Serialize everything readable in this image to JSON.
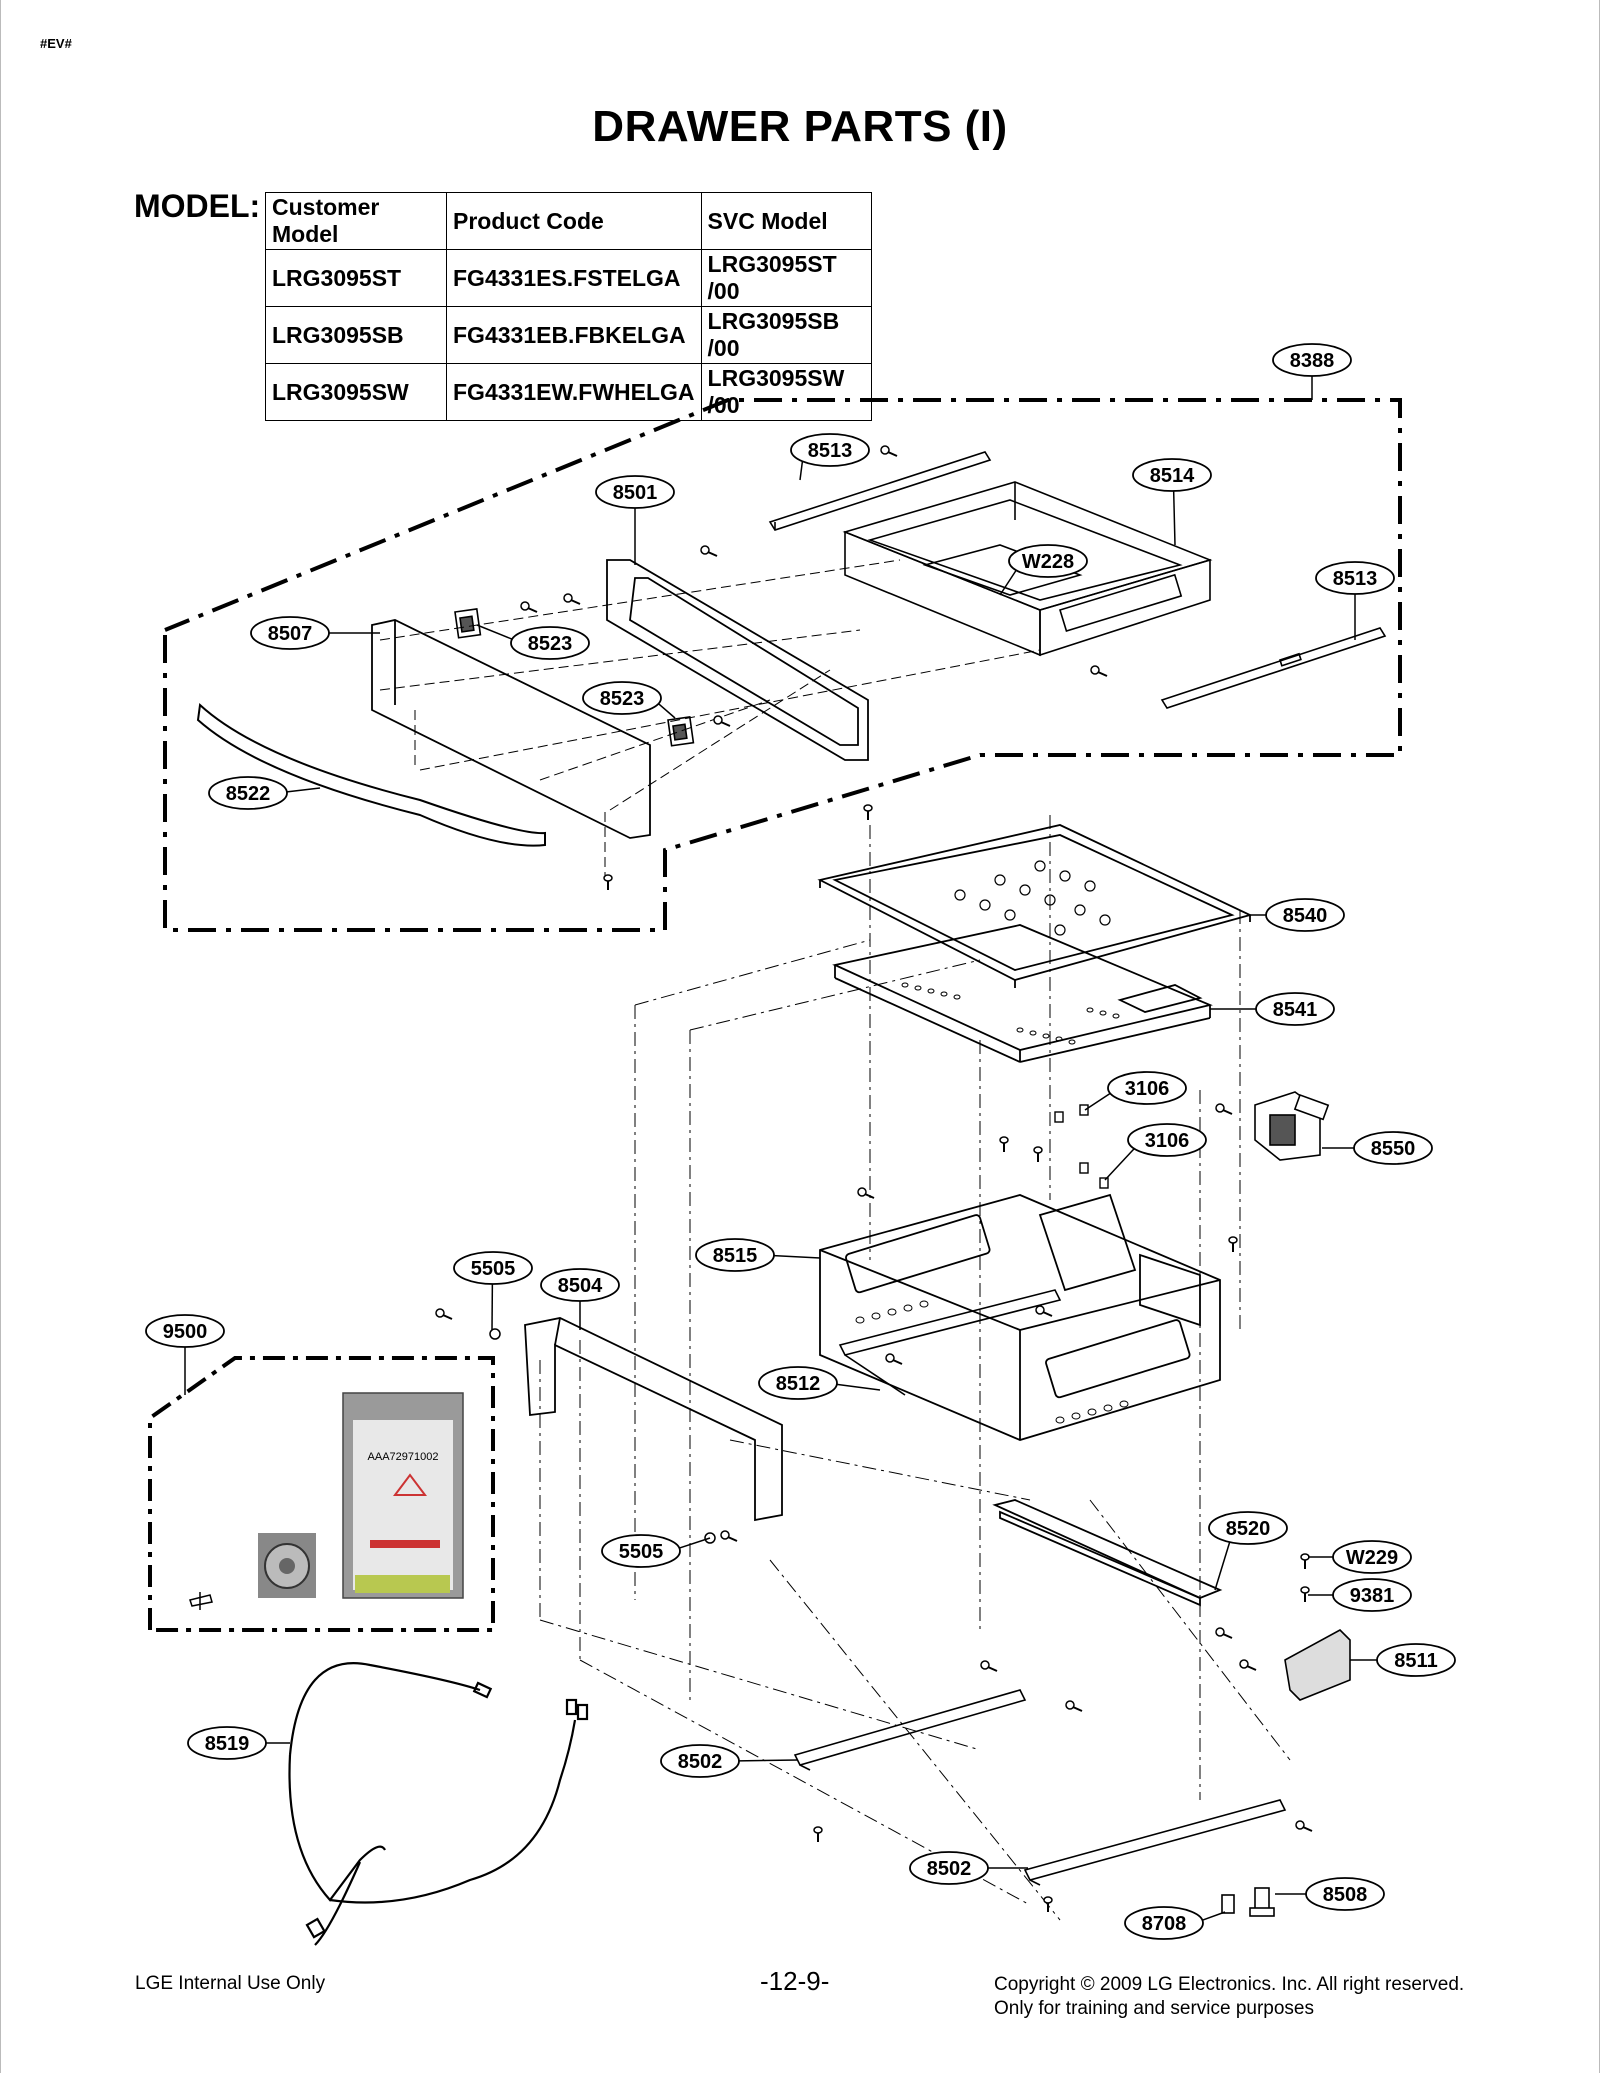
{
  "doc_tag": "#EV#",
  "title": "DRAWER PARTS (I)",
  "model_label": "MODEL:",
  "model_table": {
    "headers": [
      "Customer Model",
      "Product Code",
      "SVC Model"
    ],
    "rows": [
      [
        "LRG3095ST",
        "FG4331ES.FSTELGA",
        "LRG3095ST /00"
      ],
      [
        "LRG3095SB",
        "FG4331EB.FBKELGA",
        "LRG3095SB /00"
      ],
      [
        "LRG3095SW",
        "FG4331EW.FWHELGA",
        "LRG3095SW /00"
      ]
    ]
  },
  "part_callouts": {
    "p8388": "8388",
    "p8513a": "8513",
    "p8514": "8514",
    "p8501": "8501",
    "pW228": "W228",
    "p8513b": "8513",
    "p8507": "8507",
    "p8523a": "8523",
    "p8523b": "8523",
    "p8522": "8522",
    "p8540": "8540",
    "p8541": "8541",
    "p3106a": "3106",
    "p3106b": "3106",
    "p8550": "8550",
    "p8515": "8515",
    "p5505a": "5505",
    "p8504": "8504",
    "p9500": "9500",
    "p8512": "8512",
    "p5505b": "5505",
    "p8520": "8520",
    "pW229": "W229",
    "p9381": "9381",
    "p8511": "8511",
    "p8519": "8519",
    "p8502a": "8502",
    "p8502b": "8502",
    "p8508": "8508",
    "p8708": "8708"
  },
  "kit_label": "AAA72971002",
  "footer": {
    "left": "LGE Internal Use Only",
    "page": "-12-9-",
    "copyright": "Copyright © 2009 LG Electronics. Inc. All right reserved.",
    "note": "Only for training and service purposes"
  }
}
